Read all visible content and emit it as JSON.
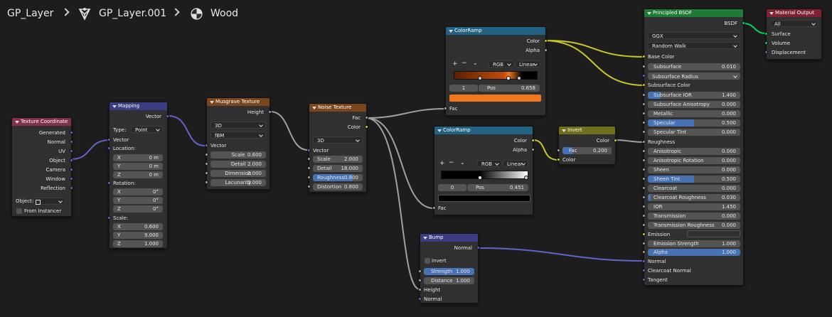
{
  "breadcrumb": {
    "item1": "GP_Layer",
    "item2": "GP_Layer.001",
    "item3": "Wood"
  },
  "colors": {
    "input_header": "#83314a",
    "vector_header": "#3c3c83",
    "texture_header": "#e06a1e",
    "texture_header2": "#79461d",
    "converter_header": "#246283",
    "shader_header": "#1e7a35",
    "invert_header": "#6f6f1e",
    "output_header": "#7c2230",
    "ramp1_color": "#f2761c",
    "ramp2_color": "#000000"
  },
  "nodes": {
    "texcoord": {
      "title": "Texture Coordinate",
      "outputs": [
        "Generated",
        "Normal",
        "UV",
        "Object",
        "Camera",
        "Window",
        "Reflection"
      ],
      "object_label": "Object:",
      "from_instancer": "From Instancer"
    },
    "mapping": {
      "title": "Mapping",
      "out_vector": "Vector",
      "type_label": "Type:",
      "type_value": "Point",
      "in_vector": "Vector",
      "location_label": "Location:",
      "rotation_label": "Rotation:",
      "scale_label": "Scale:",
      "loc": [
        {
          "a": "X",
          "v": "0 m"
        },
        {
          "a": "Y",
          "v": "0 m"
        },
        {
          "a": "Z",
          "v": "0 m"
        }
      ],
      "rot": [
        {
          "a": "X",
          "v": "0°"
        },
        {
          "a": "Y",
          "v": "0°"
        },
        {
          "a": "Z",
          "v": "0°"
        }
      ],
      "scale": [
        {
          "a": "X",
          "v": "0.600"
        },
        {
          "a": "Y",
          "v": "9.000"
        },
        {
          "a": "Z",
          "v": "1.000"
        }
      ]
    },
    "musgrave": {
      "title": "Musgrave Texture",
      "out_height": "Height",
      "dim": "3D",
      "type": "fBM",
      "in_vector": "Vector",
      "fields": [
        {
          "l": "Scale",
          "v": "0.600"
        },
        {
          "l": "Detail",
          "v": "2.000"
        },
        {
          "l": "Dimension",
          "v": "2.000"
        },
        {
          "l": "Lacunarity",
          "v": "2.000"
        }
      ]
    },
    "noise": {
      "title": "Noise Texture",
      "out_fac": "Fac",
      "out_color": "Color",
      "dim": "3D",
      "in_vector": "Vector",
      "fields": [
        {
          "l": "Scale",
          "v": "2.000"
        },
        {
          "l": "Detail",
          "v": "18.000"
        },
        {
          "l": "Roughness",
          "v": "0.800"
        },
        {
          "l": "Distortion",
          "v": "0.800"
        }
      ],
      "roughness_fill": 0.8
    },
    "ramp1": {
      "title": "ColorRamp",
      "out_color": "Color",
      "out_alpha": "Alpha",
      "mode": "RGB",
      "interp": "Linear",
      "index": "1",
      "pos_label": "Pos",
      "pos_value": "0.658",
      "in_fac": "Fac"
    },
    "ramp2": {
      "title": "ColorRamp",
      "out_color": "Color",
      "out_alpha": "Alpha",
      "mode": "RGB",
      "interp": "Linear",
      "index": "0",
      "pos_label": "Pos",
      "pos_value": "0.451",
      "in_fac": "Fac"
    },
    "invert": {
      "title": "Invert",
      "out_color": "Color",
      "fac_label": "Fac",
      "fac_value": "0.200",
      "in_color": "Color"
    },
    "bump": {
      "title": "Bump",
      "out_normal": "Normal",
      "invert": "Invert",
      "strength_label": "Strength",
      "strength_value": "1.000",
      "distance_label": "Distance",
      "distance_value": "1.000",
      "in_height": "Height",
      "in_normal": "Normal"
    },
    "bsdf": {
      "title": "Principled BSDF",
      "out_bsdf": "BSDF",
      "distribution": "GGX",
      "sss_method": "Random Walk",
      "base_color": "Base Color",
      "subsurface": "Subsurface",
      "subsurface_value": "0.010",
      "subsurface_radius": "Subsurface Radius",
      "subsurface_color": "Subsurface Color",
      "fields": [
        {
          "l": "Subsurface IOR",
          "v": "1.400",
          "f": 0.14
        },
        {
          "l": "Subsurface Anisotropy",
          "v": "0.000",
          "f": 0
        },
        {
          "l": "Metallic",
          "v": "0.000",
          "f": 0
        },
        {
          "l": "Specular",
          "v": "0.500",
          "f": 0.5
        },
        {
          "l": "Specular Tint",
          "v": "0.000",
          "f": 0
        }
      ],
      "roughness": "Roughness",
      "fields2": [
        {
          "l": "Anisotropic",
          "v": "0.000",
          "f": 0
        },
        {
          "l": "Anisotropic Rotation",
          "v": "0.000",
          "f": 0
        },
        {
          "l": "Sheen",
          "v": "0.000",
          "f": 0
        },
        {
          "l": "Sheen Tint",
          "v": "0.500",
          "f": 0.5
        },
        {
          "l": "Clearcoat",
          "v": "0.000",
          "f": 0
        },
        {
          "l": "Clearcoat Roughness",
          "v": "0.030",
          "f": 0.03
        },
        {
          "l": "IOR",
          "v": "1.450",
          "f": 0
        },
        {
          "l": "Transmission",
          "v": "0.000",
          "f": 0
        },
        {
          "l": "Transmission Roughness",
          "v": "0.000",
          "f": 0
        }
      ],
      "emission": "Emission",
      "emission_strength": "Emission Strength",
      "emission_strength_value": "1.000",
      "alpha": "Alpha",
      "alpha_value": "1.000",
      "normal": "Normal",
      "clearcoat_normal": "Clearcoat Normal",
      "tangent": "Tangent"
    },
    "output": {
      "title": "Material Output",
      "target": "All",
      "inputs": [
        "Surface",
        "Volume",
        "Displacement"
      ]
    }
  }
}
